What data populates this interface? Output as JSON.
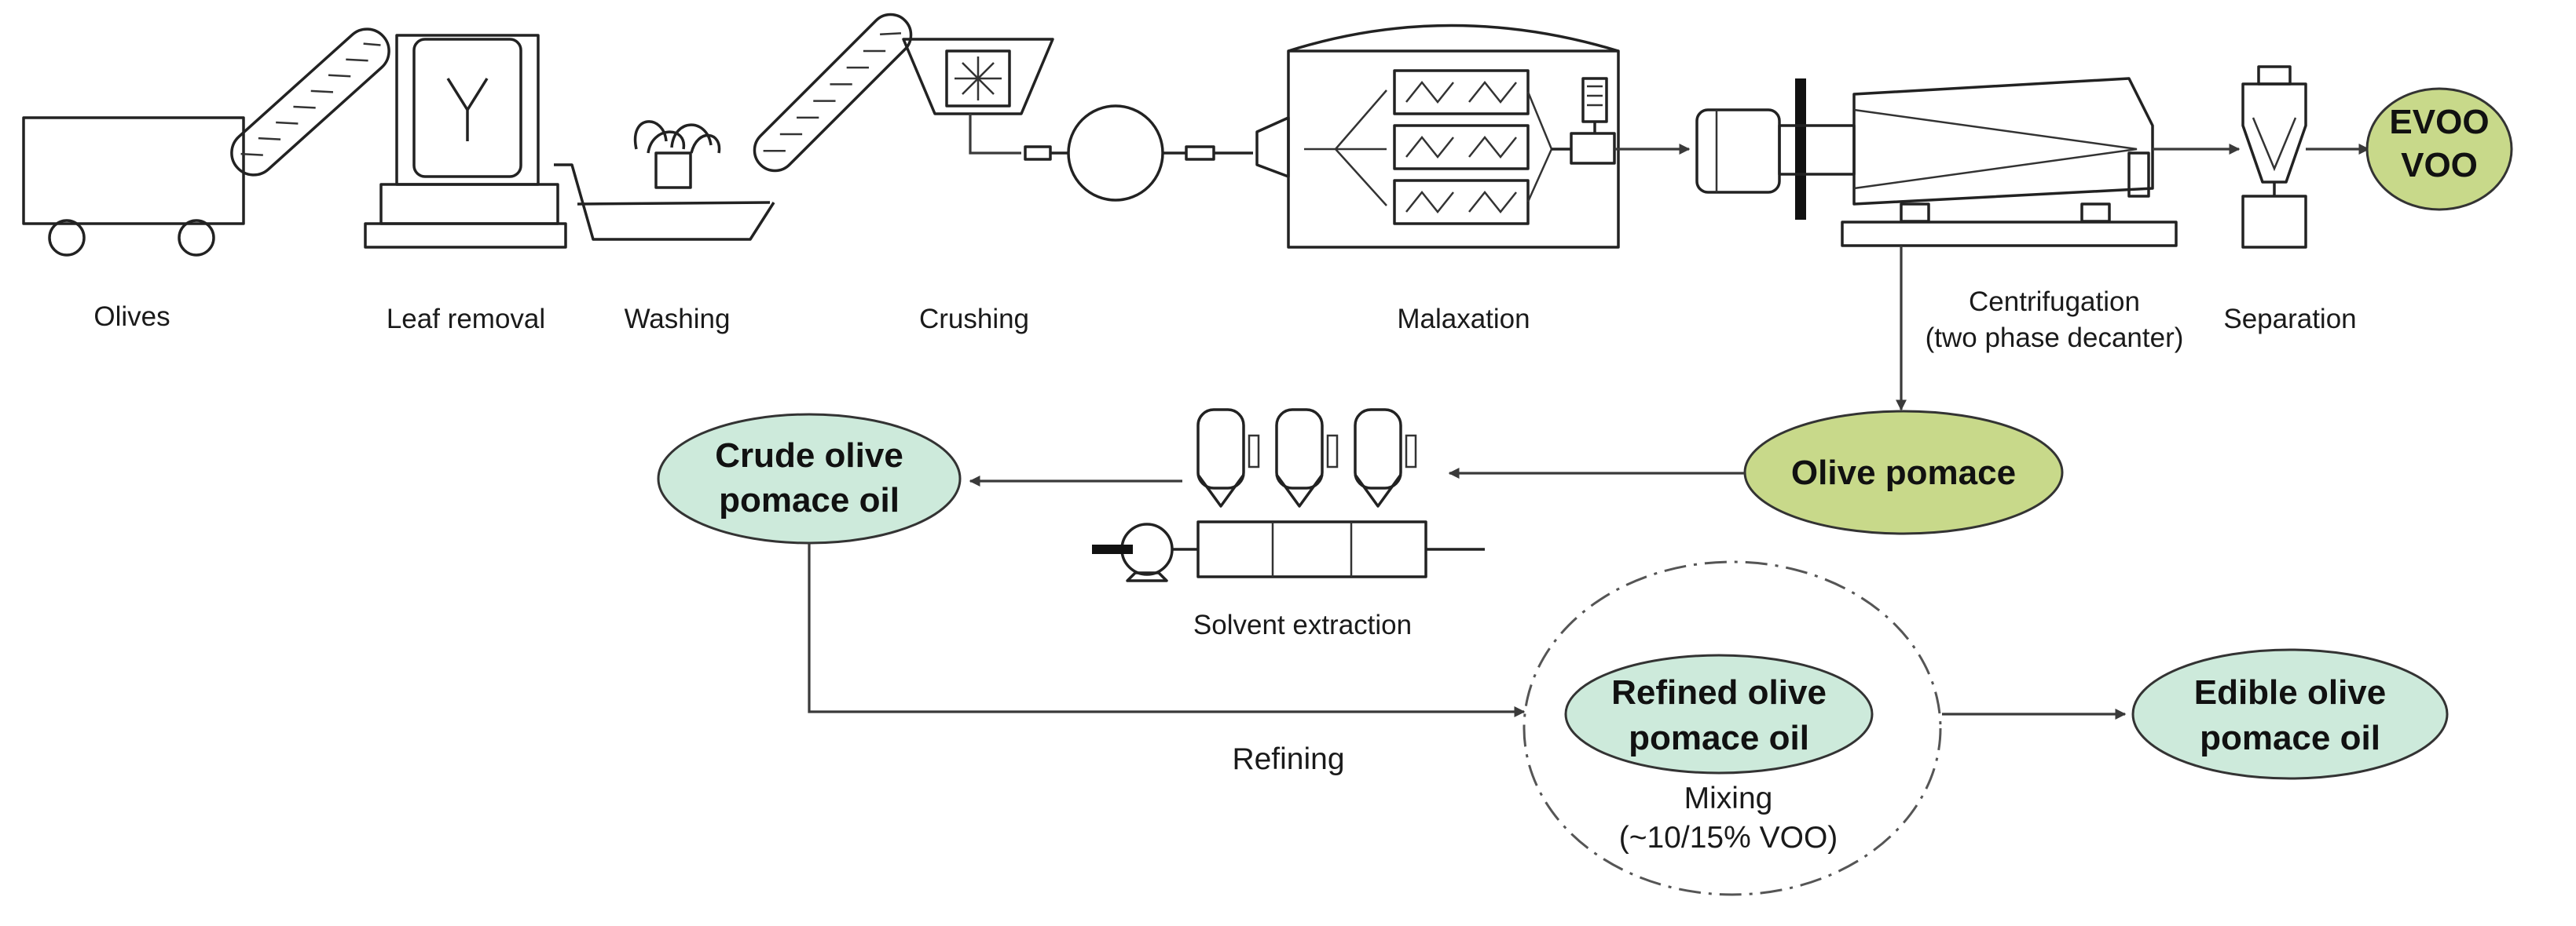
{
  "diagram": {
    "steps": {
      "olives": "Olives",
      "leaf_removal": "Leaf removal",
      "washing": "Washing",
      "crushing": "Crushing",
      "malaxation": "Malaxation",
      "centrifugation_line1": "Centrifugation",
      "centrifugation_line2": "(two phase decanter)",
      "separation": "Separation",
      "solvent_extraction": "Solvent extraction",
      "refining": "Refining",
      "mixing_line1": "Mixing",
      "mixing_line2": "(~10/15% VOO)"
    },
    "products": {
      "evoo_line1": "EVOO",
      "evoo_line2": "VOO",
      "olive_pomace": "Olive pomace",
      "crude_line1": "Crude olive",
      "crude_line2": "pomace oil",
      "refined_line1": "Refined olive",
      "refined_line2": "pomace oil",
      "edible_line1": "Edible olive",
      "edible_line2": "pomace oil"
    },
    "colors": {
      "green_product": "#c8d98a",
      "teal_product": "#cdeadb",
      "stroke": "#222222"
    }
  }
}
